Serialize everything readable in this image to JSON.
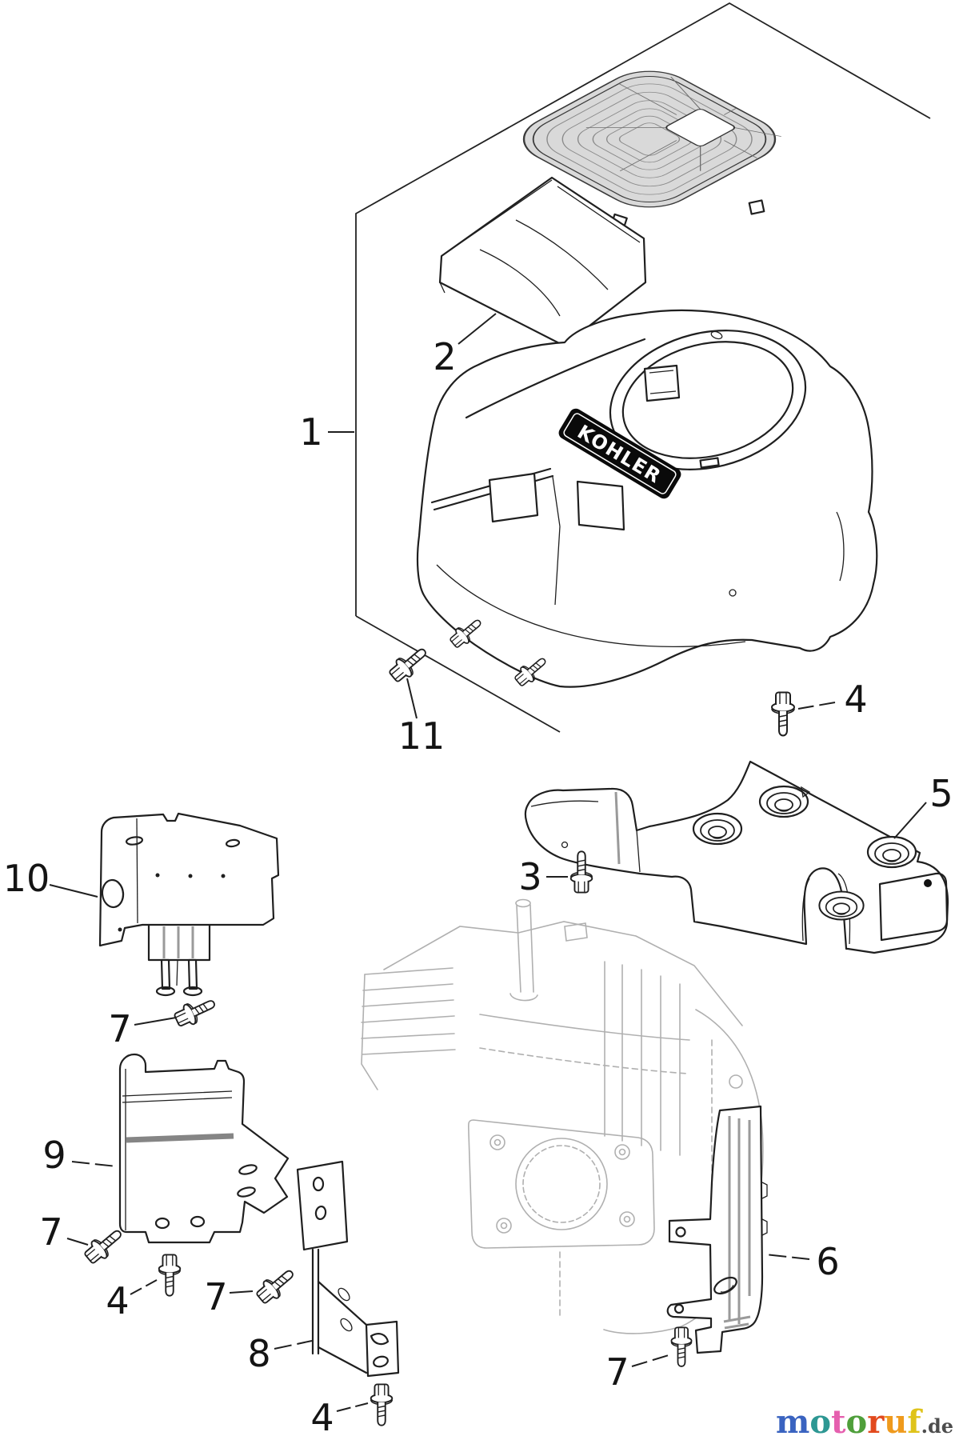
{
  "diagram": {
    "brand_plate": {
      "text": "KOHLER"
    },
    "callouts": [
      {
        "label": "1"
      },
      {
        "label": "2"
      },
      {
        "label": "11"
      },
      {
        "label": "4"
      },
      {
        "label": "5"
      },
      {
        "label": "3"
      },
      {
        "label": "10"
      },
      {
        "label": "7"
      },
      {
        "label": "9"
      },
      {
        "label": "7"
      },
      {
        "label": "4"
      },
      {
        "label": "7"
      },
      {
        "label": "8"
      },
      {
        "label": "4"
      },
      {
        "label": "6"
      },
      {
        "label": "7"
      }
    ],
    "colors": {
      "line": "#1f1f1f",
      "ghost": "#b0b0b0",
      "grille_fill": "#d9d9d9",
      "label": "#141414",
      "kohler_bg": "#0a0a0a",
      "kohler_text": "#ffffff"
    }
  },
  "watermark": {
    "letters": [
      {
        "ch": "m",
        "color": "#3a63c0"
      },
      {
        "ch": "o",
        "color": "#2d9793"
      },
      {
        "ch": "t",
        "color": "#e55fae"
      },
      {
        "ch": "o",
        "color": "#4f9f3b"
      },
      {
        "ch": "r",
        "color": "#e2491d"
      },
      {
        "ch": "u",
        "color": "#ef9a1d"
      },
      {
        "ch": "f",
        "color": "#dfc31a"
      }
    ],
    "tld": ".de",
    "tld_color": "#4d4d4d"
  }
}
